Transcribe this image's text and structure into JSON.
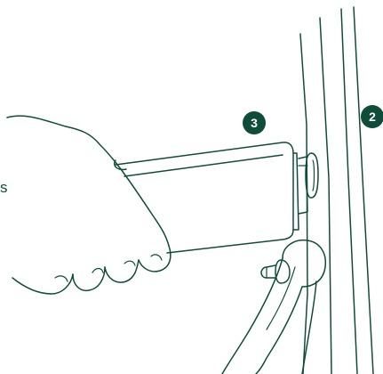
{
  "badges": {
    "step_3": "3",
    "step_2": "2"
  },
  "cut_off_text": "s",
  "colors": {
    "ink": "#0f4d3a",
    "background": "#ffffff",
    "badge_text": "#ffffff"
  },
  "icons": {
    "hand": "hand-icon",
    "device": "plug-in-device-icon",
    "mounting_rail": "mounting-rail-icon",
    "bracket_arm": "bracket-arm-icon",
    "screw": "screw-icon"
  }
}
